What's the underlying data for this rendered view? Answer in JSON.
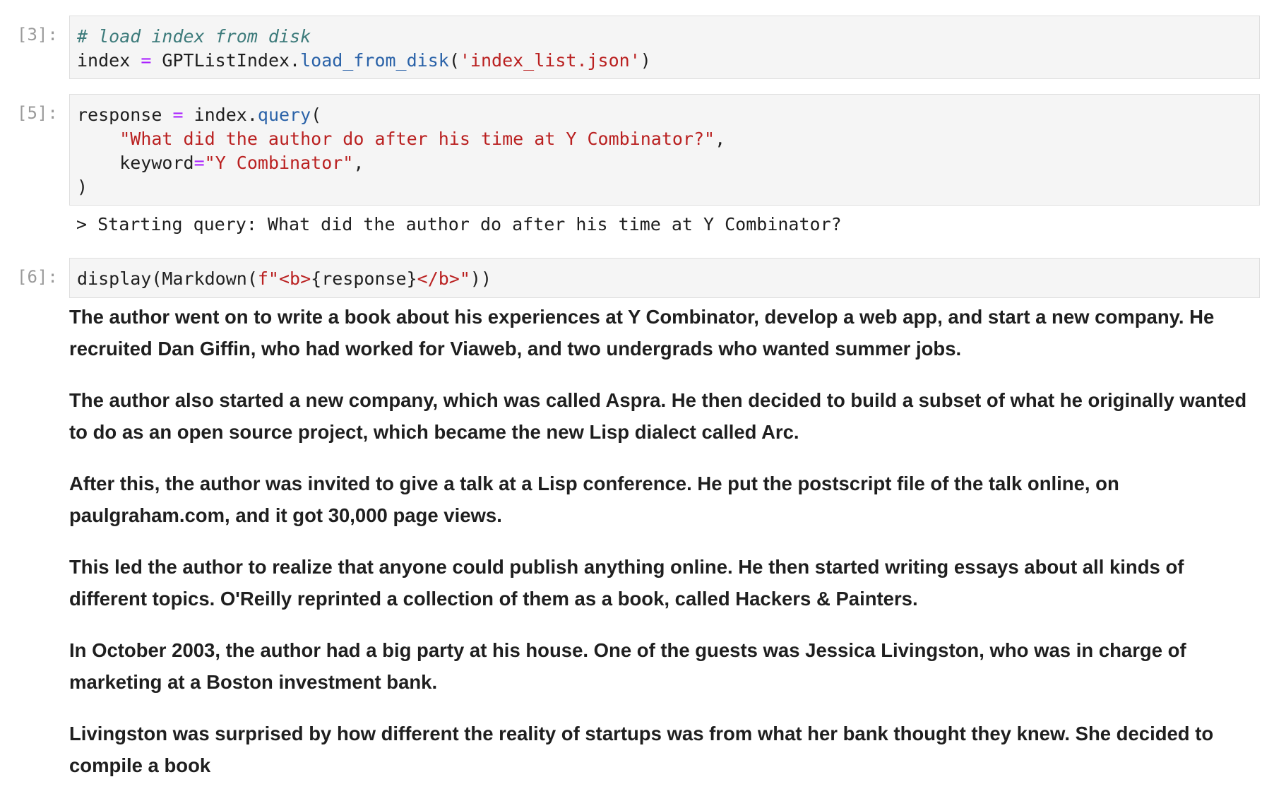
{
  "cells": [
    {
      "prompt": "[3]:",
      "lines": [
        [
          {
            "t": "comment",
            "v": "# load index from disk"
          }
        ],
        [
          {
            "t": "name",
            "v": "index "
          },
          {
            "t": "op",
            "v": "="
          },
          {
            "t": "name",
            "v": " GPTListIndex."
          },
          {
            "t": "fn",
            "v": "load_from_disk"
          },
          {
            "t": "name",
            "v": "("
          },
          {
            "t": "str",
            "v": "'index_list.json'"
          },
          {
            "t": "name",
            "v": ")"
          }
        ]
      ]
    },
    {
      "prompt": "[5]:",
      "lines": [
        [
          {
            "t": "name",
            "v": "response "
          },
          {
            "t": "op",
            "v": "="
          },
          {
            "t": "name",
            "v": " index."
          },
          {
            "t": "fn",
            "v": "query"
          },
          {
            "t": "name",
            "v": "("
          }
        ],
        [
          {
            "t": "name",
            "v": "    "
          },
          {
            "t": "str",
            "v": "\"What did the author do after his time at Y Combinator?\""
          },
          {
            "t": "name",
            "v": ","
          }
        ],
        [
          {
            "t": "name",
            "v": "    keyword"
          },
          {
            "t": "op",
            "v": "="
          },
          {
            "t": "str",
            "v": "\"Y Combinator\""
          },
          {
            "t": "name",
            "v": ","
          }
        ],
        [
          {
            "t": "name",
            "v": ")"
          }
        ]
      ],
      "stream_output": "> Starting query: What did the author do after his time at Y Combinator?"
    },
    {
      "prompt": "[6]:",
      "lines": [
        [
          {
            "t": "name",
            "v": "display(Markdown("
          },
          {
            "t": "str",
            "v": "f\"<b>"
          },
          {
            "t": "name",
            "v": "{response}"
          },
          {
            "t": "str",
            "v": "</b>\""
          },
          {
            "t": "name",
            "v": "))"
          }
        ]
      ]
    }
  ],
  "markdown_output": {
    "paragraphs": [
      "The author went on to write a book about his experiences at Y Combinator, develop a web app, and start a new company. He recruited Dan Giffin, who had worked for Viaweb, and two undergrads who wanted summer jobs.",
      "The author also started a new company, which was called Aspra. He then decided to build a subset of what he originally wanted to do as an open source project, which became the new Lisp dialect called Arc.",
      "After this, the author was invited to give a talk at a Lisp conference. He put the postscript file of the talk online, on paulgraham.com, and it got 30,000 page views.",
      "This led the author to realize that anyone could publish anything online. He then started writing essays about all kinds of different topics. O'Reilly reprinted a collection of them as a book, called Hackers & Painters.",
      "In October 2003, the author had a big party at his house. One of the guests was Jessica Livingston, who was in charge of marketing at a Boston investment bank.",
      "Livingston was surprised by how different the reality of startups was from what her bank thought they knew. She decided to compile a book"
    ]
  },
  "colors": {
    "comment": "#3d7b7b",
    "operator": "#aa22ff",
    "string": "#ba2121",
    "function": "#2a62a8",
    "prompt": "#9a9a9a",
    "cell_background": "#f5f5f5"
  }
}
